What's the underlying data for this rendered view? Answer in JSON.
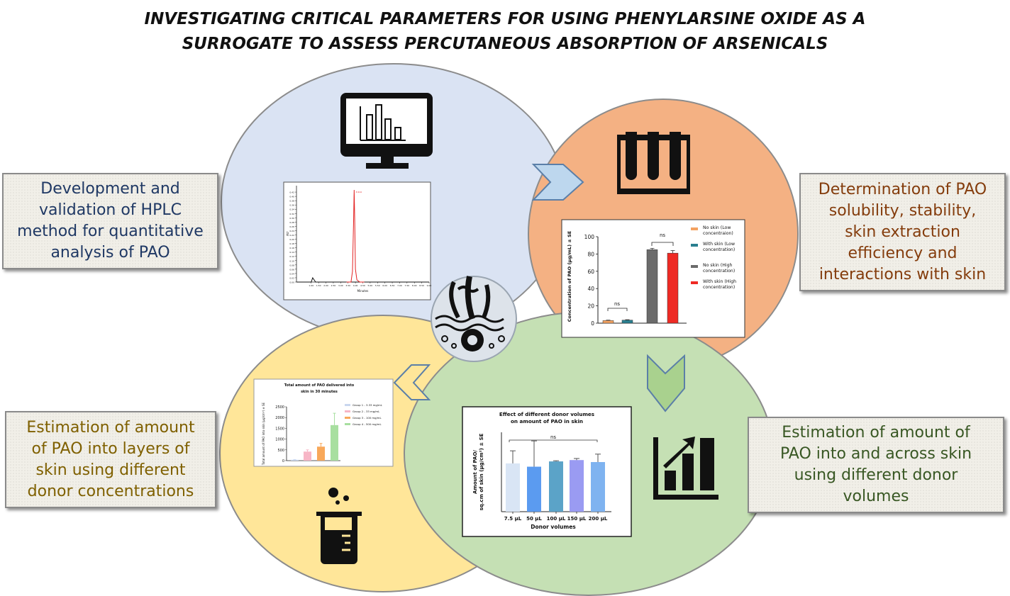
{
  "title": {
    "line1": "INVESTIGATING CRITICAL PARAMETERS FOR USING PHENYLARSINE OXIDE AS A",
    "line2": "SURROGATE TO ASSESS PERCUTANEOUS ABSORPTION OF ARSENICALS"
  },
  "colors": {
    "blue_circle": "#dae3f3",
    "orange_circle": "#f4b183",
    "green_circle": "#c5e0b4",
    "yellow_circle": "#ffe699",
    "box_blue_text": "#1f3864",
    "box_brown_text": "#843c0c",
    "box_green_text": "#385723",
    "box_olive_text": "#7f6000"
  },
  "icons": [
    "monitor-bar-chart-icon",
    "test-tubes-icon",
    "hair-follicle-icon",
    "growth-chart-icon",
    "beaker-icon"
  ],
  "boxes": {
    "hplc": [
      "Development and",
      "validation of HPLC",
      "method for quantitative",
      "analysis of PAO"
    ],
    "solubility": [
      "Determination of PAO",
      "solubility, stability,",
      "skin extraction",
      "efficiency and",
      "interactions with skin"
    ],
    "layers": [
      "Estimation of amount",
      "of PAO into layers of",
      "skin using different",
      "donor concentrations"
    ],
    "volumes": [
      "Estimation of amount of",
      "PAO into and across skin",
      "using different donor",
      "volumes"
    ]
  },
  "chart_data": [
    {
      "type": "line",
      "title": "",
      "xlabel": "Minutes",
      "ylabel": "AU",
      "peak_label": "3.914",
      "xlim": [
        0,
        9
      ],
      "ylim": [
        0,
        0.45
      ],
      "x_ticks": [
        "1.00",
        "1.50",
        "2.00",
        "2.50",
        "3.00",
        "3.50",
        "4.00",
        "4.50",
        "5.00",
        "5.50",
        "6.00",
        "6.50",
        "7.00",
        "7.50",
        "8.00",
        "8.50",
        "9.00"
      ],
      "y_ticks": [
        "0.00",
        "0.02",
        "0.04",
        "0.06",
        "0.08",
        "0.10",
        "0.12",
        "0.14",
        "0.16",
        "0.18",
        "0.20",
        "0.22",
        "0.24",
        "0.26",
        "0.28",
        "0.30",
        "0.32",
        "0.34",
        "0.36",
        "0.38",
        "0.40",
        "0.42"
      ],
      "series": [
        {
          "x": [
            0.0,
            0.8,
            1.0,
            1.1,
            1.2,
            1.3,
            1.4,
            1.6,
            2.0,
            3.0,
            3.9,
            4.5,
            9.0
          ],
          "y": [
            0.0,
            0.0,
            0.0,
            0.02,
            0.01,
            0.0,
            0.0,
            0.0,
            0.0,
            0.0,
            0.0,
            0.0,
            0.0
          ]
        },
        {
          "x": [
            3.4,
            3.7,
            3.8,
            3.88,
            3.914,
            3.95,
            4.0,
            4.1,
            4.3,
            4.6
          ],
          "y": [
            0.0,
            0.0,
            0.05,
            0.3,
            0.43,
            0.3,
            0.06,
            0.01,
            0.0,
            0.0
          ]
        }
      ]
    },
    {
      "type": "bar",
      "ylabel": "Concentration of PAO (µg/mL) ± SE",
      "ylim": [
        0,
        100
      ],
      "y_ticks": [
        0,
        20,
        40,
        60,
        80,
        100
      ],
      "categories": [
        "No skin (Low concentraion)",
        "With skin (Low concentration)",
        "No skin (High concentration)",
        "With skin (High concentration)"
      ],
      "values": [
        3,
        3.5,
        85,
        81
      ],
      "errors": [
        0.5,
        0.5,
        1.5,
        3
      ],
      "colors": [
        "#f4a261",
        "#2a7f8f",
        "#6b6b6b",
        "#ee2a24"
      ],
      "legend": [
        "No skin (Low concentraion)",
        "With skin (Low concentration)",
        "No skin (High concentration)",
        "With skin (High concentration)"
      ],
      "annotations": [
        "ns",
        "ns"
      ]
    },
    {
      "type": "bar",
      "title": "Total amount of PAO delivered into skin in 30 minutes",
      "ylabel": "Total amount of PAO into skin (µg/cm²) ± SE",
      "ylim": [
        0,
        2500
      ],
      "y_ticks": [
        0,
        500,
        1000,
        1500,
        2000,
        2500
      ],
      "categories": [
        "Group 1 - 3.33 mg/mL",
        "Group 2 - 33 mg/mL",
        "Group 3 - 100 mg/mL",
        "Group 4 - 500 mg/mL"
      ],
      "values": [
        40,
        420,
        650,
        1650
      ],
      "errors": [
        10,
        80,
        150,
        550
      ],
      "colors": [
        "#c9d7ef",
        "#f7b6c6",
        "#f8a85a",
        "#a8dfa0"
      ],
      "legend": [
        "Group 1 - 3.33 mg/mL",
        "Group 2 - 33 mg/mL",
        "Group 3 - 100 mg/mL",
        "Group 4 - 500 mg/mL"
      ]
    },
    {
      "type": "bar",
      "title": "Effect of different donor volumes on amount of PAO in skin",
      "xlabel": "Donor volumes",
      "ylabel": "Amount of PAO/ sq.cm of skin (µg/cm²) ± SE",
      "ylim": [
        0,
        6
      ],
      "categories": [
        "7.5 µL",
        "50 µL",
        "100 µL",
        "150 µL",
        "200 µL"
      ],
      "values": [
        3.65,
        3.4,
        3.8,
        3.9,
        3.75
      ],
      "errors": [
        0.95,
        1.95,
        0.05,
        0.12,
        0.6
      ],
      "colors": [
        "#d9e5f5",
        "#5b9bf0",
        "#5ba3c8",
        "#9a9bf2",
        "#7fb3f0"
      ],
      "annotations": [
        "ns"
      ]
    }
  ]
}
